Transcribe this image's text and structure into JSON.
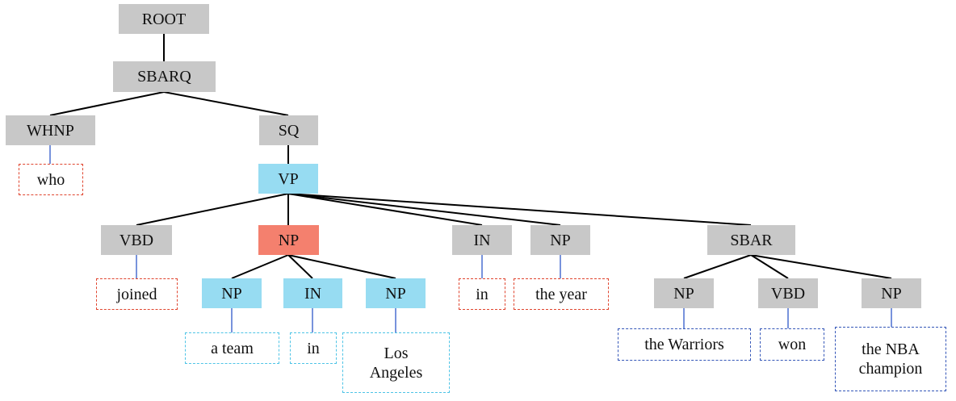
{
  "colors": {
    "constituent": "#c8c8c8",
    "highlight_blue": "#97dcf2",
    "highlight_red": "#f4806e",
    "edge": "#000000",
    "leaf_edge": "#4a6fd0",
    "leaf_border_red": "#e0452f",
    "leaf_border_cyan": "#4ec4e6",
    "leaf_border_blue": "#3456b8"
  },
  "nodes": {
    "root": "ROOT",
    "sbarq": "SBARQ",
    "whnp": "WHNP",
    "sq": "SQ",
    "vp": "VP",
    "vbd1": "VBD",
    "np_main": "NP",
    "in_main": "IN",
    "np_year": "NP",
    "sbar": "SBAR",
    "np_team": "NP",
    "in_sub": "IN",
    "np_la": "NP",
    "np_warriors": "NP",
    "vbd2": "VBD",
    "np_nba": "NP"
  },
  "leaves": {
    "who": "who",
    "joined": "joined",
    "a_team": "a team",
    "in_word": "in",
    "los_angeles": "Los Angeles",
    "in_word2": "in",
    "the_year": "the year",
    "the_warriors": "the Warriors",
    "won": "won",
    "nba_champion": "the NBA champion"
  }
}
